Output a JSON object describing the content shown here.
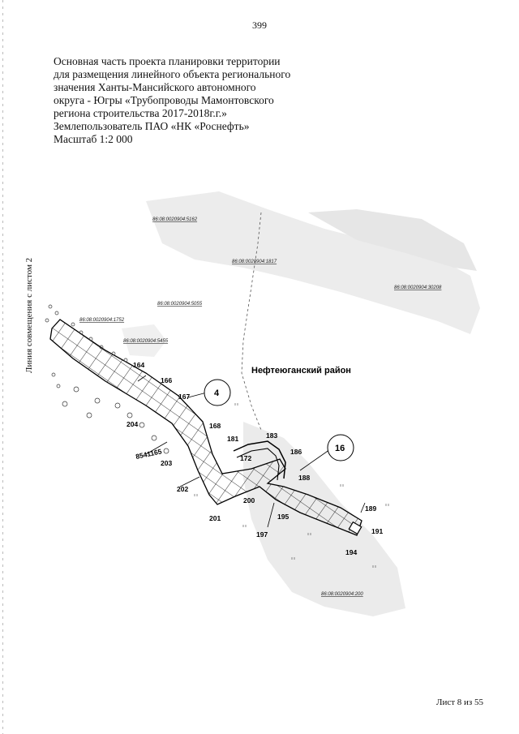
{
  "page_number": "399",
  "title_lines": [
    "Основная часть проекта планировки территории",
    "для размещения линейного объекта регионального",
    "значения Ханты-Мансийского автономного",
    "округа - Югры «Трубопроводы Мамонтовского",
    "региона строительства 2017-2018г.г.»",
    "Землепользователь ПАО «НК «Роснефть»",
    "Масштаб 1:2 000"
  ],
  "side_label": "Линия совмещения с листом 2",
  "district_label": "Нефтеюганский район",
  "zone_markers": [
    "4",
    "16"
  ],
  "cadastral_labels": [
    "86:08:0020904:5162",
    "86:08:0020904:1817",
    "86:08:0020904:30208",
    "86:08:0020904:5055",
    "86:08:0020904:1752",
    "86:08:0020904:5455",
    "86:08:0020904:200"
  ],
  "point_labels": [
    "164",
    "166",
    "167",
    "168",
    "204",
    "203",
    "202",
    "201",
    "181",
    "183",
    "172",
    "186",
    "188",
    "200",
    "195",
    "197",
    "189",
    "191",
    "194"
  ],
  "parcel_label": "8541165",
  "sheet_label": "Лист 8 из 55",
  "colors": {
    "land": "#ebebeb",
    "line": "#000000"
  }
}
